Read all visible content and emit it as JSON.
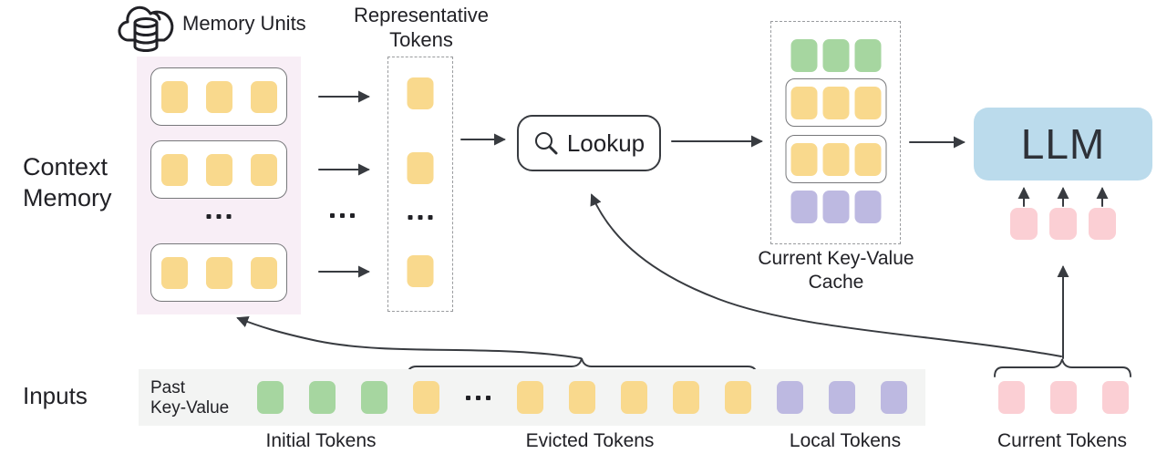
{
  "labels": {
    "context_memory_line1": "Context",
    "context_memory_line2": "Memory",
    "memory_units": "Memory Units",
    "representative_line1": "Representative",
    "representative_line2": "Tokens",
    "lookup": "Lookup",
    "current_kv_line1": "Current Key-Value",
    "current_kv_line2": "Cache",
    "llm": "LLM",
    "inputs": "Inputs",
    "past_kv_line1": "Past",
    "past_kv_line2": "Key-Value",
    "initial_tokens": "Initial Tokens",
    "evicted_tokens": "Evicted Tokens",
    "local_tokens": "Local Tokens",
    "current_tokens": "Current Tokens",
    "ellipsis": "..."
  },
  "colors": {
    "yellow": "#F9D98D",
    "green": "#A6D6A0",
    "purple": "#BDB9E1",
    "pink": "#FBCFD4",
    "llm_blue": "#BBDBEC",
    "memory_panel_bg": "#F8EEF6",
    "strip_bg": "#F3F4F3",
    "line": "#383B40",
    "box_border": "#77787B",
    "dash_border": "#999B9E",
    "text": "#212126"
  },
  "counts": {
    "memory_units_shown": 3,
    "tokens_per_memory_unit": 3,
    "representative_tokens_shown": 3,
    "cache_initial_tokens": 3,
    "cache_retrieved_units_shown": 2,
    "cache_retrieved_unit_tokens": 3,
    "cache_local_tokens": 3,
    "strip_initial_tokens": 3,
    "strip_evicted_before_ellipsis": 1,
    "strip_evicted_after_ellipsis": 5,
    "strip_local_tokens": 3,
    "current_tokens": 3,
    "llm_input_tokens": 3
  }
}
